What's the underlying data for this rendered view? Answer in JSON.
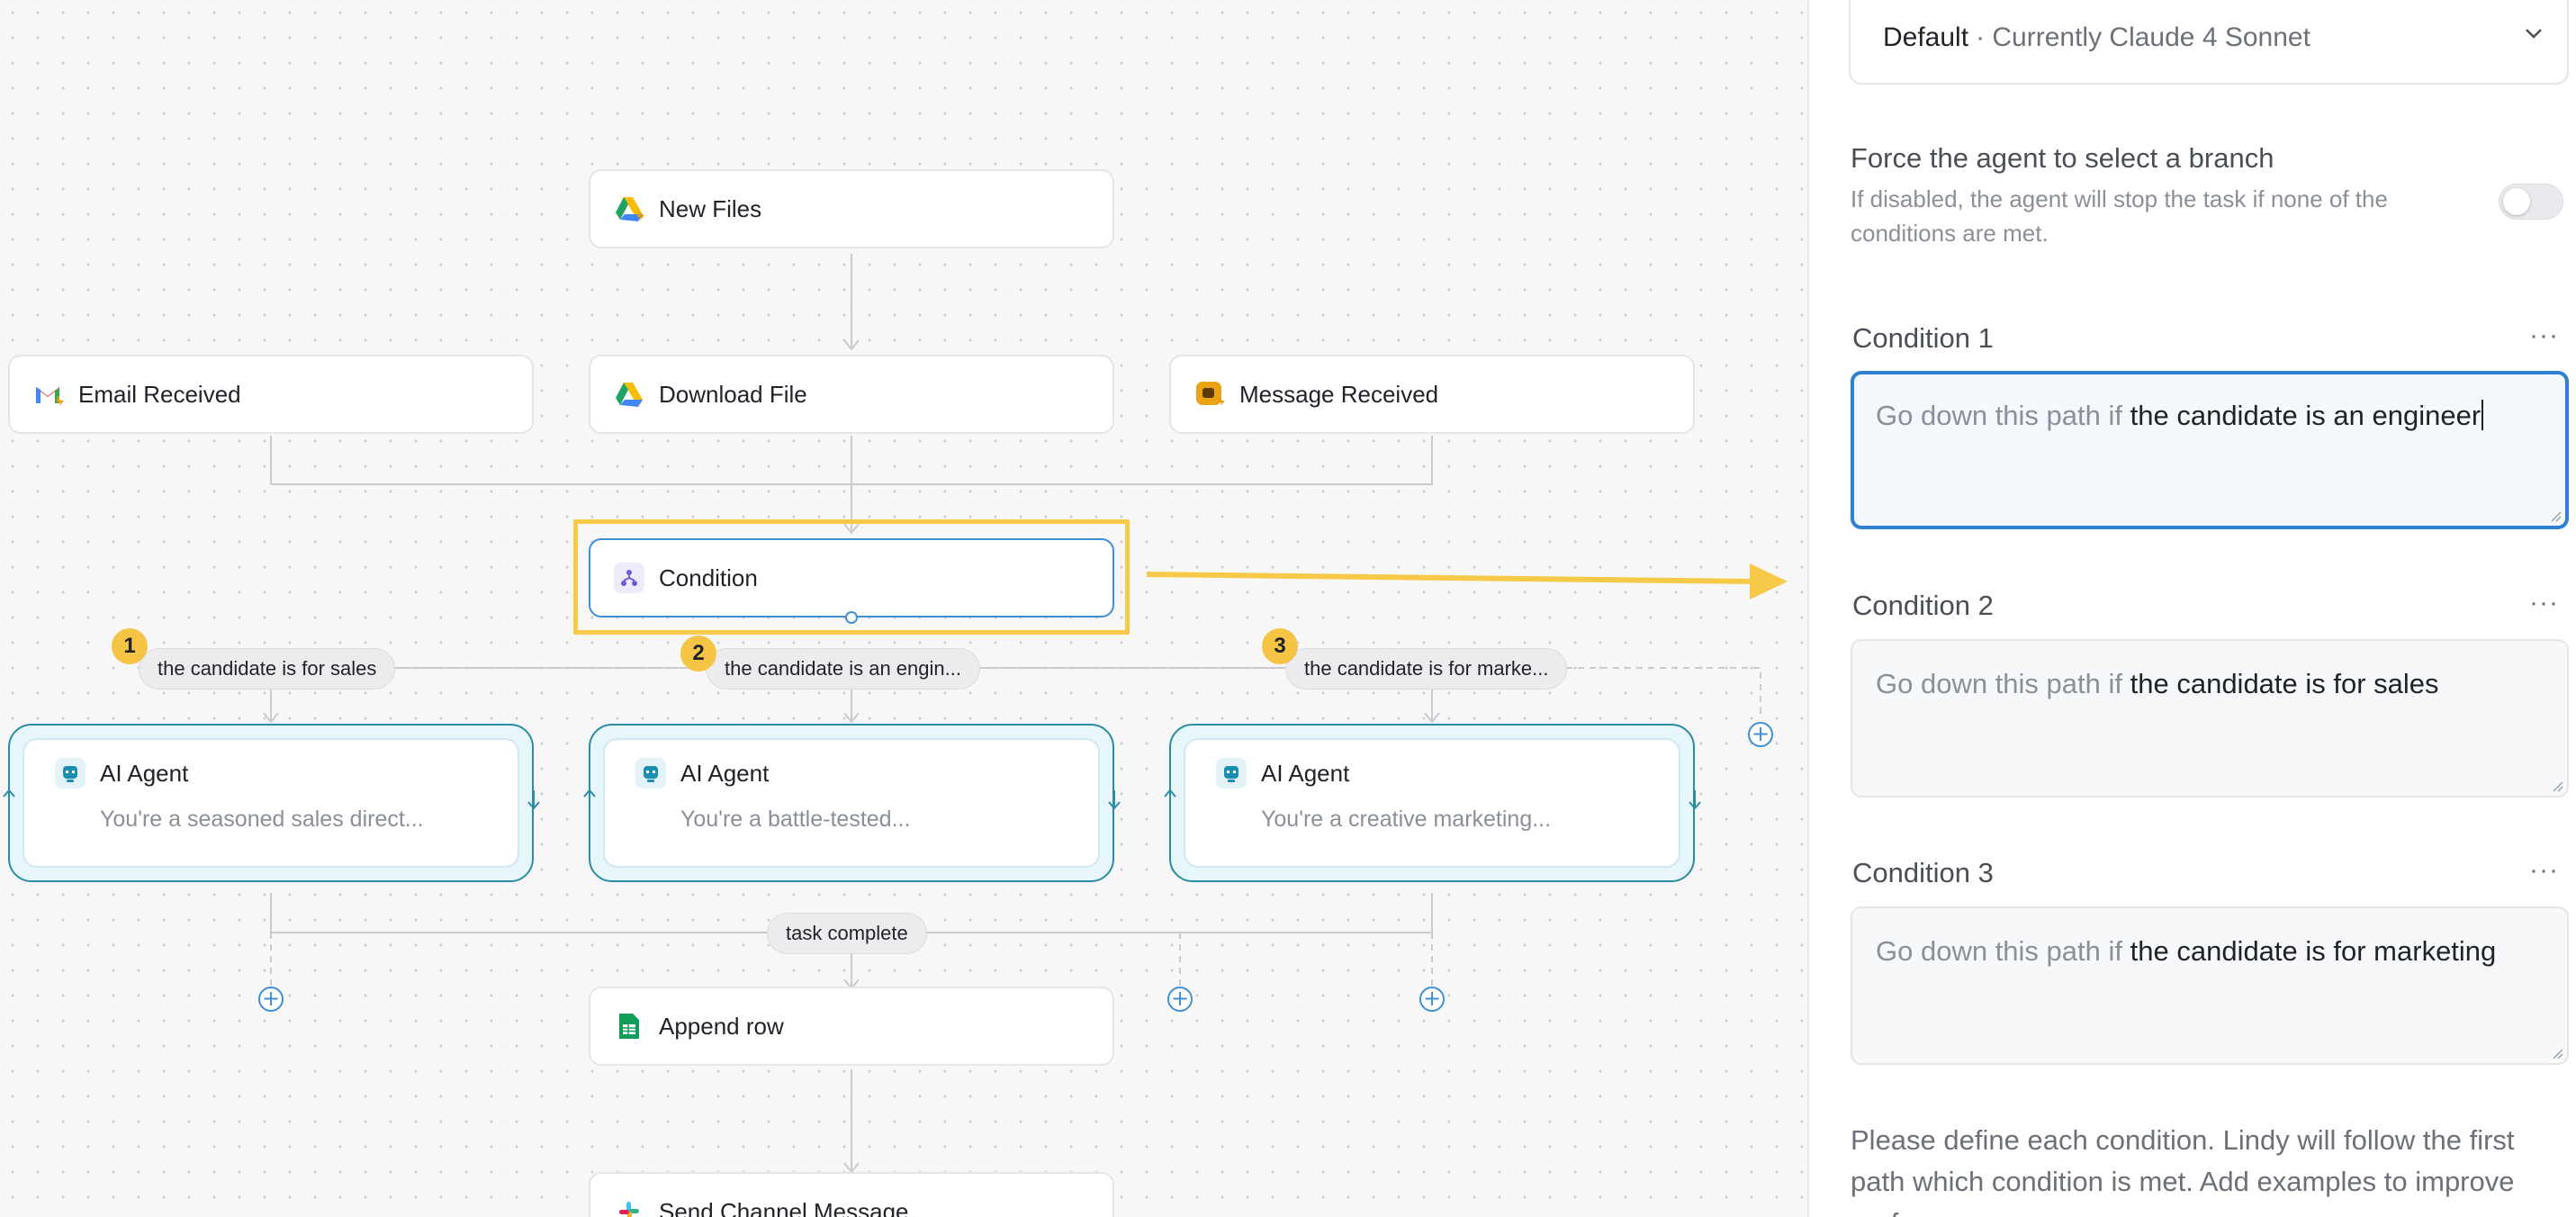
{
  "canvas": {
    "nodes": {
      "new_files": "New Files",
      "email_received": "Email Received",
      "download_file": "Download File",
      "message_received": "Message Received",
      "condition": "Condition",
      "append_row": "Append row",
      "send_channel_message": "Send Channel Message"
    },
    "branches": [
      {
        "number": "1",
        "label": "the candidate is for sales"
      },
      {
        "number": "2",
        "label": "the candidate is an engin..."
      },
      {
        "number": "3",
        "label": "the candidate is for marke..."
      }
    ],
    "agents": [
      {
        "title": "AI Agent",
        "desc": "You're a seasoned sales direct..."
      },
      {
        "title": "AI Agent",
        "desc": "You're a battle-tested..."
      },
      {
        "title": "AI Agent",
        "desc": "You're a creative marketing..."
      }
    ],
    "merge_label": "task complete",
    "colors": {
      "highlight": "#f7c948",
      "accent": "#3f8fd6",
      "agent_border": "#2b8ca6"
    }
  },
  "panel": {
    "model": {
      "name": "Default",
      "detail": "· Currently Claude 4 Sonnet"
    },
    "force_branch": {
      "title": "Force the agent to select a branch",
      "description": "If disabled, the agent will stop the task if none of the conditions are met.",
      "enabled": false
    },
    "conditions": [
      {
        "label": "Condition 1",
        "prefix": "Go down this path if",
        "text": "the candidate is an engineer",
        "focused": true
      },
      {
        "label": "Condition 2",
        "prefix": "Go down this path if",
        "text": "the candidate is for sales",
        "focused": false
      },
      {
        "label": "Condition 3",
        "prefix": "Go down this path if",
        "text": "the candidate is for marketing",
        "focused": false
      }
    ],
    "more_glyph": "···",
    "help_text": "Please define each condition. Lindy will follow the first path which condition is met. Add examples to improve performance."
  }
}
